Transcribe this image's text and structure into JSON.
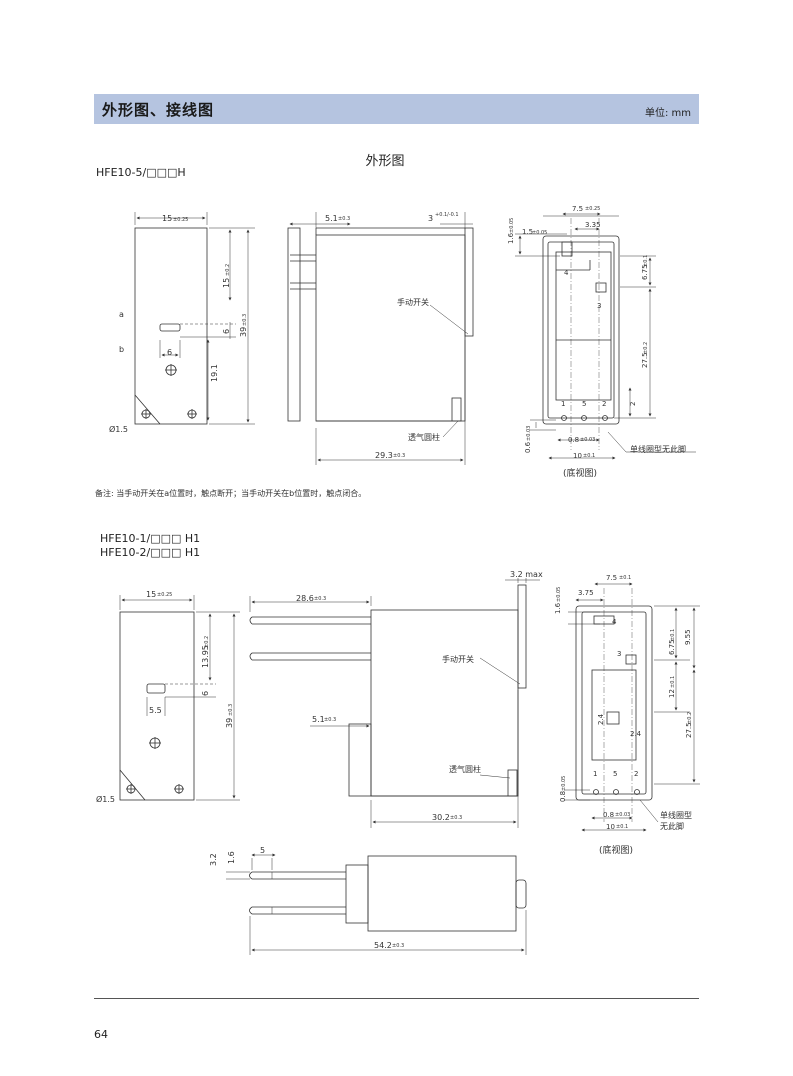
{
  "header": {
    "title": "外形图、接线图",
    "unit": "单位: mm"
  },
  "section_heading": "外形图",
  "models": {
    "top": "HFE10-5/□□□H",
    "bottom_1": "HFE10-1/□□□ H1",
    "bottom_2": "HFE10-2/□□□ H1"
  },
  "note": "备注: 当手动开关在a位置时，触点断开；当手动开关在b位置时，触点闭合。",
  "top_drawing": {
    "front": {
      "width": "15",
      "width_tol": "±0.25",
      "d1": "15",
      "d1_tol": "±0.2",
      "d2": "6",
      "height": "39",
      "height_tol": "±0.3",
      "d3": "19.1",
      "slot": "6",
      "hole": "Ø1.5",
      "pos_a": "a",
      "pos_b": "b"
    },
    "side": {
      "d1": "5.1",
      "d1_tol": "±0.3",
      "d2": "3",
      "d2_tol": "+0.1/-0.1",
      "switch": "手动开关",
      "vent": "透气圆柱",
      "length": "29.3",
      "length_tol": "±0.3"
    },
    "bottom": {
      "d1": "7.5",
      "d1_tol": "±0.25",
      "d2": "3.35",
      "d3": "1.5",
      "d3_tol": "±0.05",
      "d4": "1.6",
      "d4_tol": "±0.05",
      "d5": "6.75",
      "d5_tol": "±0.1",
      "d6": "27.5",
      "d6_tol": "±0.2",
      "d7": "2",
      "d8": "0.6",
      "d8_tol": "±0.03",
      "d9": "0.8",
      "d9_tol": "±0.03",
      "d10": "10",
      "d10_tol": "±0.1",
      "pins": [
        "1",
        "5",
        "2",
        "4",
        "3"
      ],
      "note": "单线圈型无此脚",
      "caption": "(底视图)"
    }
  },
  "bottom_drawing": {
    "front": {
      "width": "15",
      "width_tol": "±0.25",
      "d1": "13.95",
      "d1_tol": "±0.2",
      "d2": "6",
      "height": "39",
      "height_tol": "±0.3",
      "slot": "5.5",
      "hole": "Ø1.5"
    },
    "side": {
      "length_top": "28.6",
      "length_top_tol": "±0.3",
      "max": "3.2 max",
      "switch": "手动开关",
      "d1": "5.1",
      "d1_tol": "±0.3",
      "vent": "透气圆柱",
      "length": "30.2",
      "length_tol": "±0.3"
    },
    "bottom": {
      "d1": "7.5",
      "d1_tol": "±0.1",
      "d2": "3.75",
      "d3": "1.6",
      "d3_tol": "±0.05",
      "d4": "6.75",
      "d4_tol": "±0.1",
      "d5": "9.55",
      "d6": "12",
      "d6_tol": "±0.1",
      "d7": "27.5",
      "d7_tol": "±0.2",
      "d8": "2.4",
      "d9": "2.4",
      "d10": "0.8",
      "d10_tol": "±0.05",
      "d11": "0.8",
      "d11_tol": "±0.03",
      "d12": "10",
      "d12_tol": "±0.1",
      "pins": [
        "1",
        "5",
        "2",
        "4",
        "3"
      ],
      "note_1": "单线圈型",
      "note_2": "无此脚",
      "caption": "(底视图)"
    },
    "top_view": {
      "d1": "3.2",
      "d2": "1.6",
      "d3": "5",
      "length": "54.2",
      "length_tol": "±0.3"
    }
  },
  "page_number": "64"
}
